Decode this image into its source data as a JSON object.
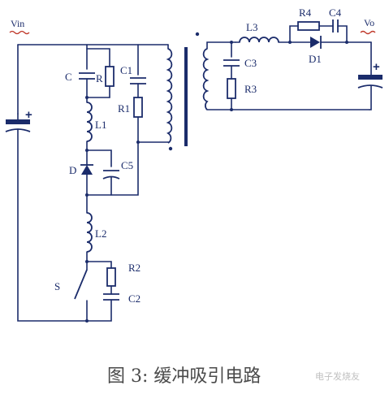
{
  "terminals": {
    "vin": "Vin",
    "vo": "Vo"
  },
  "components": {
    "c": "C",
    "r": "R",
    "c1": "C1",
    "r1": "R1",
    "l1": "L1",
    "d": "D",
    "c5": "C5",
    "l2": "L2",
    "r2": "R2",
    "s": "S",
    "c2": "C2",
    "l3": "L3",
    "c3": "C3",
    "r3": "R3",
    "r4": "R4",
    "c4": "C4",
    "d1": "D1",
    "plus_in": "+",
    "plus_out": "+"
  },
  "caption": "图 3: 缓冲吸引电路",
  "watermark": "电子发烧友",
  "colors": {
    "wire": "#1b2c6b",
    "wavy": "#c0392b",
    "caption": "#4a4a4a"
  }
}
